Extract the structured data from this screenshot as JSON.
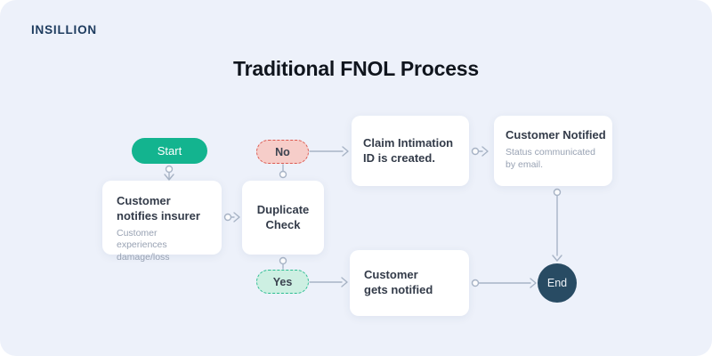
{
  "header": {
    "logo": "INSILLION",
    "title": "Traditional FNOL Process"
  },
  "colors": {
    "background": "#edf1fa",
    "card_background": "#ffffff",
    "start_green": "#13b48f",
    "no_pink_bg": "#f6cdc9",
    "no_red_border": "#dc5a51",
    "yes_mint_bg": "#cdefe2",
    "yes_green_border": "#2dbd92",
    "end_navy": "#284b63",
    "connector_gray": "#a8b4c6",
    "logo_navy": "#1d3b5e"
  },
  "nodes": {
    "start": {
      "label": "Start"
    },
    "customer_notifies_insurer": {
      "title": "Customer notifies insurer",
      "title_lines": [
        "Customer",
        "notifies insurer"
      ],
      "subtitle": "Customer experiences damage/loss",
      "subtitle_lines": [
        "Customer experiences",
        "damage/loss"
      ]
    },
    "duplicate_check": {
      "title": "Duplicate Check",
      "title_lines": [
        "Duplicate",
        "Check"
      ]
    },
    "no_branch": {
      "label": "No"
    },
    "yes_branch": {
      "label": "Yes"
    },
    "claim_intimation": {
      "title": "Claim Intimation ID is created.",
      "title_lines": [
        "Claim Intimation",
        "ID is created."
      ]
    },
    "customer_notified": {
      "title": "Customer Notified",
      "subtitle": "Status communicated by email.",
      "subtitle_lines": [
        "Status communicated",
        "by email."
      ]
    },
    "customer_gets_notified": {
      "title": "Customer gets notified",
      "title_lines": [
        "Customer",
        "gets notified"
      ]
    },
    "end": {
      "label": "End"
    }
  }
}
